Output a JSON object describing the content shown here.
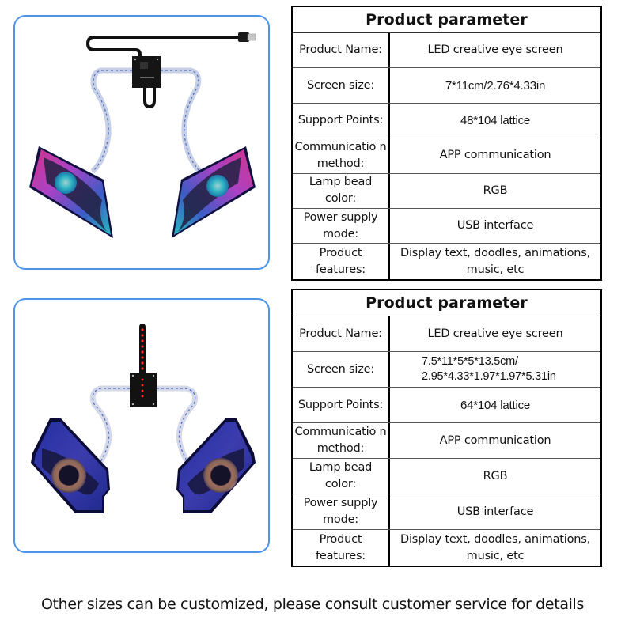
{
  "products": [
    {
      "image": {
        "description": "LED creative eye screen - two pink/cyan diamond LED eye panels with cyan pupils, connected by ribbon cables to a black controller board with USB cable"
      },
      "table": {
        "title": "Product parameter",
        "rows": [
          {
            "label": "Product Name:",
            "value": "LED creative eye screen"
          },
          {
            "label": "Screen size:",
            "value": "7*11cm/2.76*4.33in"
          },
          {
            "label": "Support Points:",
            "value": "48*104 lattice"
          },
          {
            "label": "Communicatio n method:",
            "value": "APP communication"
          },
          {
            "label": "Lamp bead color:",
            "value": "RGB"
          },
          {
            "label": "Power supply mode:",
            "value": "USB interface"
          },
          {
            "label": "Product features:",
            "value": "Display text, doodles, animations, music, etc"
          }
        ]
      }
    },
    {
      "image": {
        "description": "LED creative eye screen - two blue hexagonal LED eye panels with orange/brown ring irises, connected by ribbon cables to a black controller board with red LED strip"
      },
      "table": {
        "title": "Product parameter",
        "rows": [
          {
            "label": "Product Name:",
            "value": "LED creative eye screen"
          },
          {
            "label": "Screen size:",
            "value_line1": "7.5*11*5*5*13.5cm/",
            "value_line2": "2.95*4.33*1.97*1.97*5.31in"
          },
          {
            "label": "Support Points:",
            "value": "64*104 lattice"
          },
          {
            "label": "Communicatio n method:",
            "value": "APP communication"
          },
          {
            "label": "Lamp bead color:",
            "value": "RGB"
          },
          {
            "label": "Power supply mode:",
            "value": "USB interface"
          },
          {
            "label": "Product features:",
            "value": "Display text, doodles, animations, music, etc"
          }
        ]
      }
    }
  ],
  "footer": {
    "note": "Other sizes can be customized, please consult customer service for details"
  },
  "colors": {
    "frame_border": "#4d94ec",
    "table_border": "#000000",
    "eye1_pink": "#e040c8",
    "eye1_cyan": "#30d8f0",
    "eye2_blue": "#2c3cc8",
    "eye2_iris": "#c89070"
  }
}
